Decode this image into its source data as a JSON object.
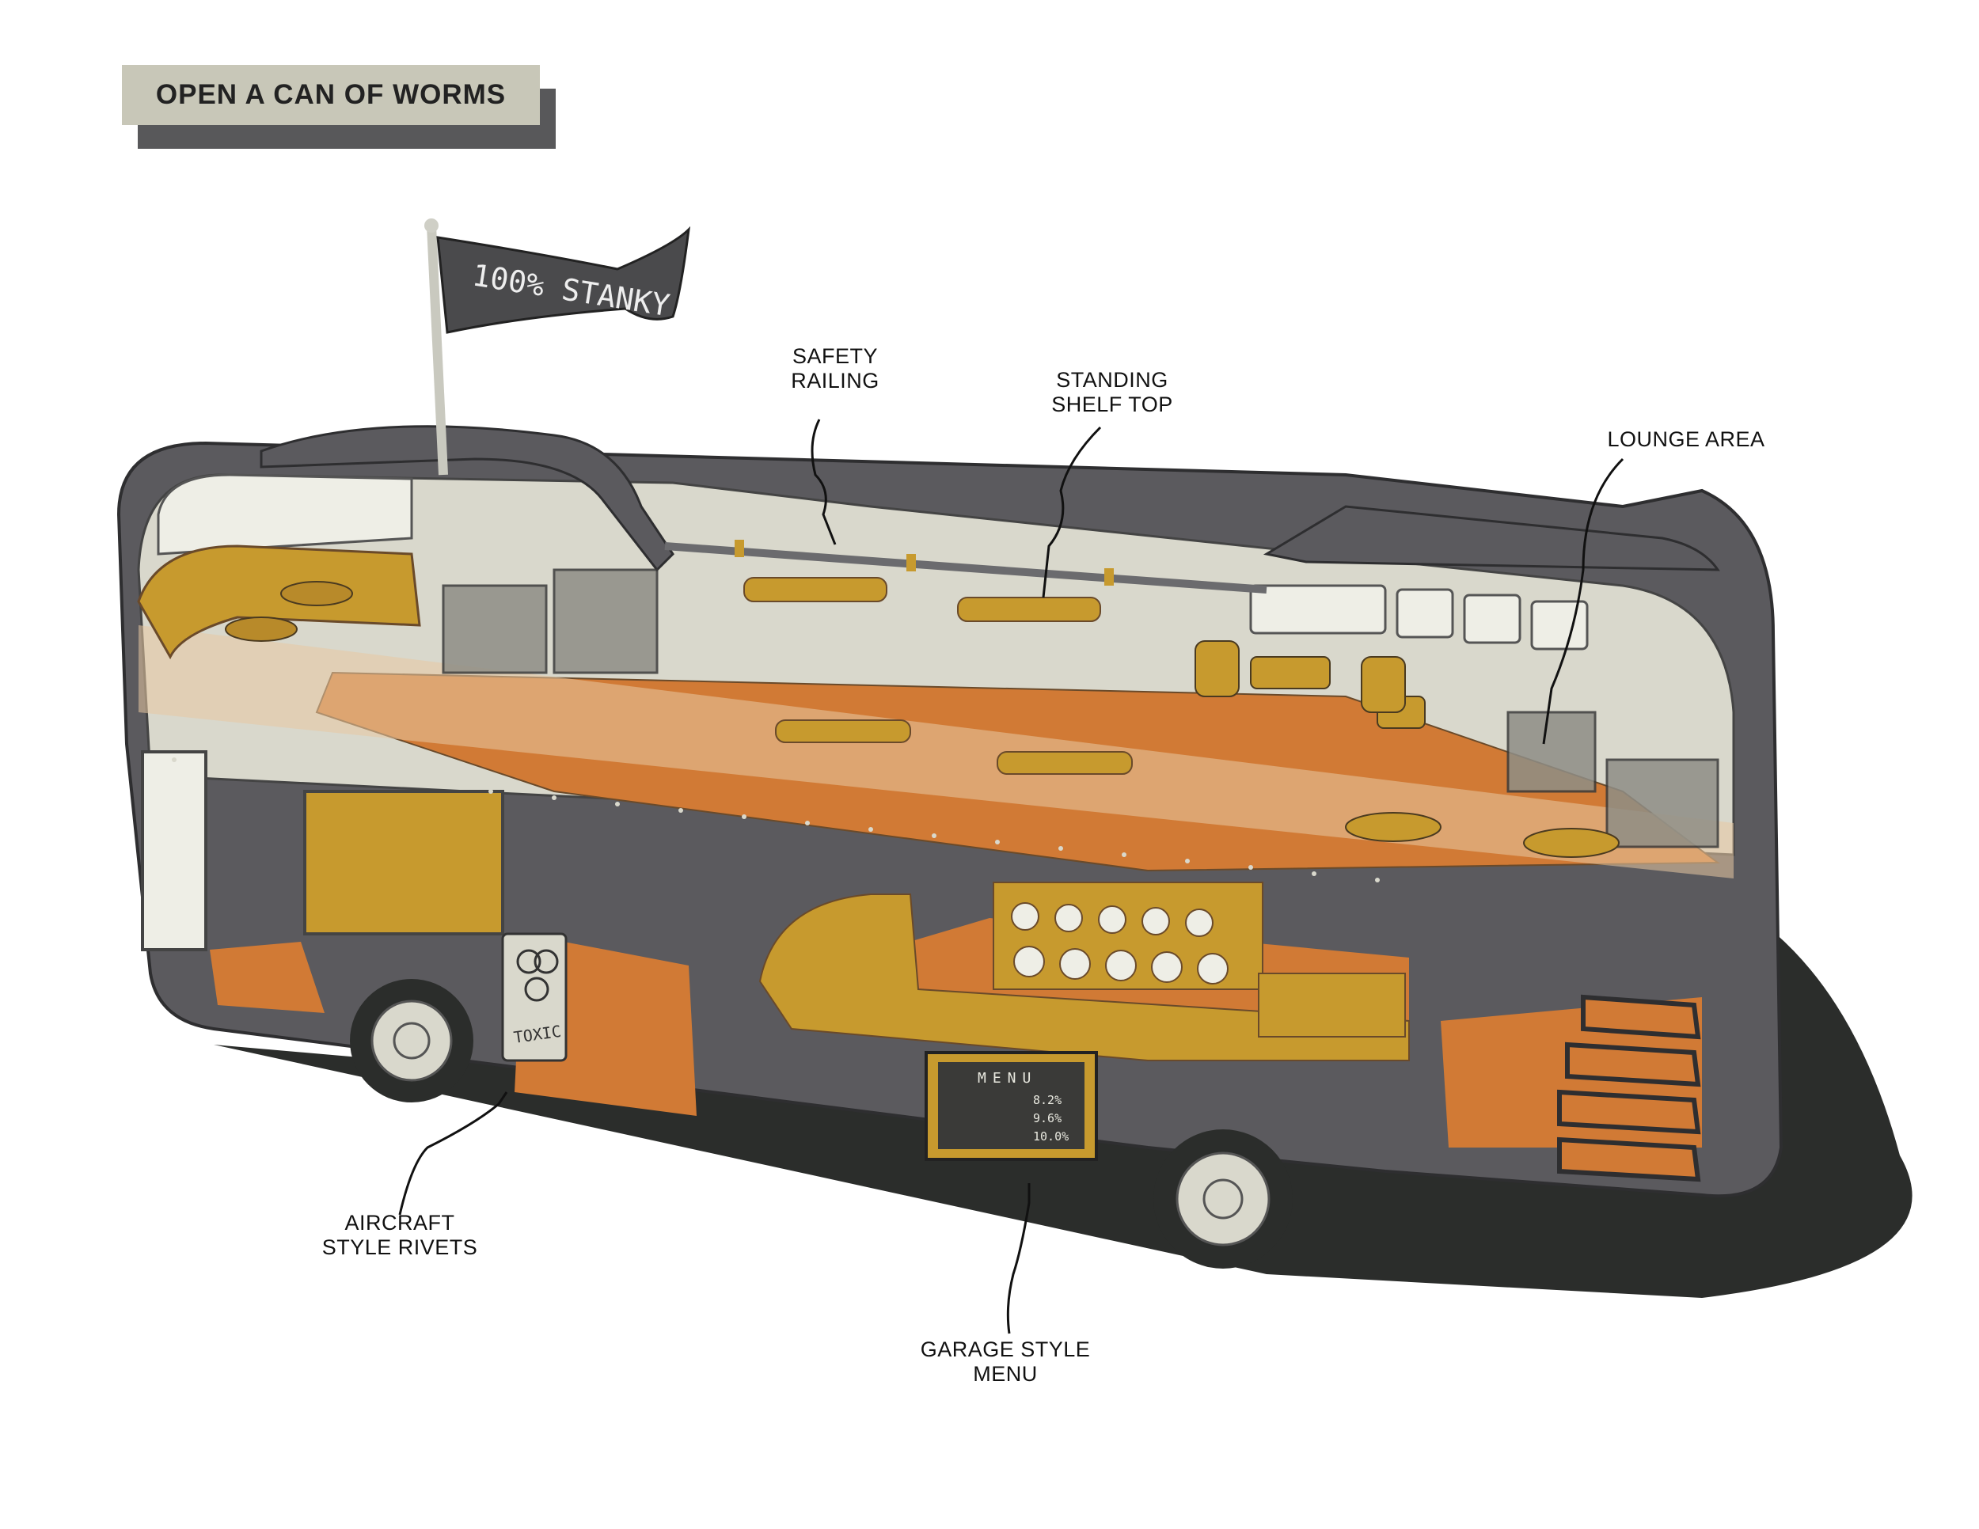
{
  "title": "OPEN A CAN OF WORMS",
  "flag_text": "100% STANKY",
  "machine_label": "TOXIC",
  "menu_board": {
    "heading": "MENU",
    "items": [
      "8.2%",
      "9.6%",
      "10.0%"
    ]
  },
  "callouts": {
    "safety_railing": [
      "SAFETY",
      "RAILING"
    ],
    "standing_shelf_top": [
      "STANDING",
      "SHELF TOP"
    ],
    "lounge_area": [
      "LOUNGE AREA"
    ],
    "aircraft_rivets": [
      "AIRCRAFT",
      "STYLE RIVETS"
    ],
    "garage_menu": [
      "GARAGE STYLE",
      "MENU"
    ]
  },
  "colors": {
    "bus_body": "#5b5a5e",
    "floor": "#d17a35",
    "furniture": "#c79a2e",
    "interior": "#d9d8cc",
    "shadow": "#2b2d2b",
    "title_bg": "#c8c7b8"
  }
}
